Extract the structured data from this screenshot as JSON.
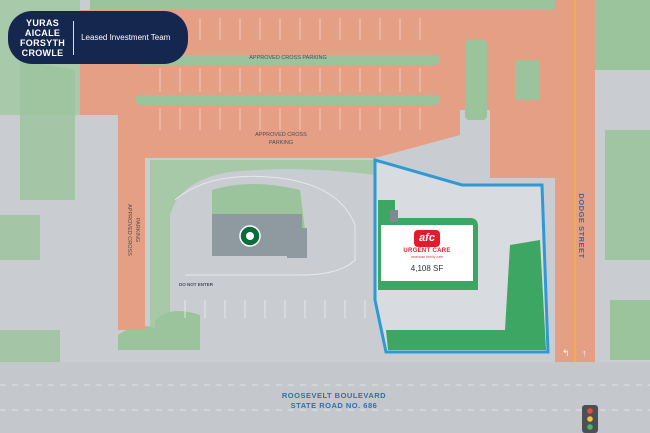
{
  "logo": {
    "names": [
      "YURAS",
      "AICALE",
      "FORSYTH",
      "CROWLE"
    ],
    "team": "Leased Investment Team"
  },
  "labels": {
    "cross_parking_top": "APPROVED CROSS PARKING",
    "cross_parking_mid_1": "APPROVED CROSS",
    "cross_parking_mid_2": "PARKING",
    "cross_parking_left_1": "APPROVED CROSS",
    "cross_parking_left_2": "PARKING",
    "do_not_enter": "DO NOT ENTER",
    "road_1": "ROOSEVELT BOULEVARD",
    "road_2": "STATE ROAD NO. 686",
    "street": "DODGE STREET"
  },
  "tenant": {
    "badge": "afc",
    "name": "URGENT CARE",
    "tagline": "american family care",
    "area": "4,108 SF"
  },
  "colors": {
    "background": "#c9cdd2",
    "parking": "#e49f85",
    "green": "#9bc49c",
    "site_green": "#3ea663",
    "outline": "#2d9ad6",
    "navy": "#15264f",
    "brand_red": "#e31b2c"
  }
}
